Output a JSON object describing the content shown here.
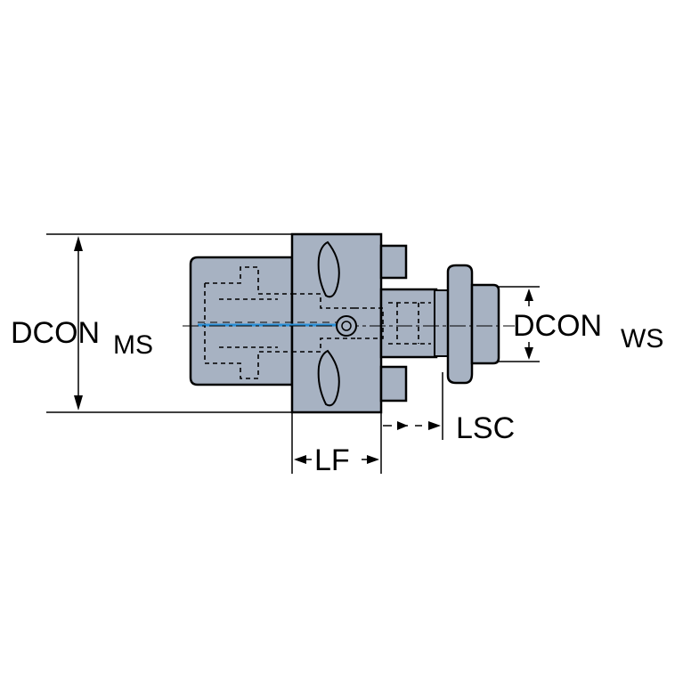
{
  "colors": {
    "background": "#ffffff",
    "body_fill": "#a7b2c2",
    "outline": "#000000",
    "coolant": "#2a8fd6"
  },
  "labels": {
    "dcon_ms_main": "DCON",
    "dcon_ms_sub": "MS",
    "dcon_ws_main": "DCON",
    "dcon_ws_sub": "WS",
    "lf": "LF",
    "lsc": "LSC"
  }
}
